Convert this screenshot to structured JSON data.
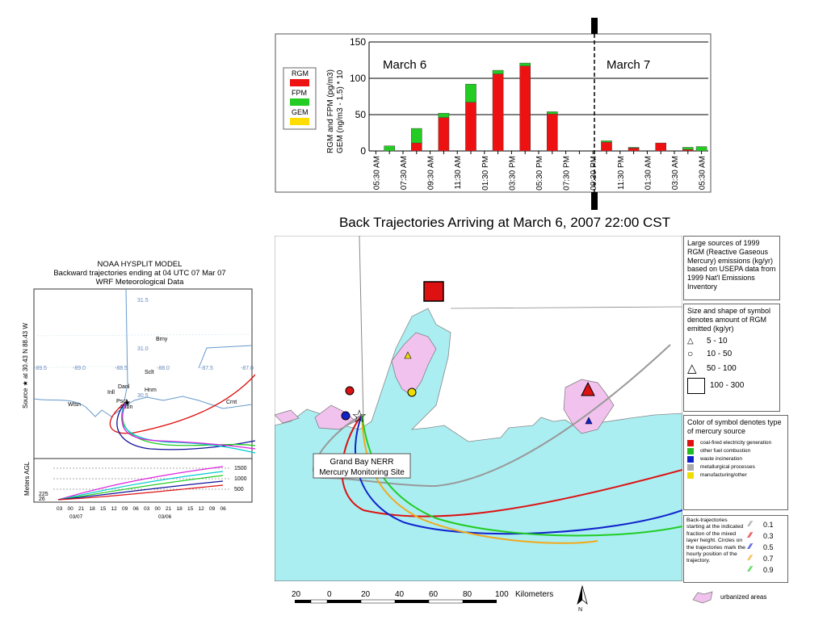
{
  "chart_data": [
    {
      "type": "bar",
      "ylabel": "RGM and FPM (pg/m3)\nGEM  (ng/m3 - 1.5) * 10",
      "ylim": [
        0,
        150
      ],
      "yticks": [
        0,
        50,
        100,
        150
      ],
      "grid": true,
      "legend": "left",
      "stacked": true,
      "categories": [
        "05:30 AM",
        "",
        "07:30 AM",
        "",
        "09:30 AM",
        "",
        "11:30 AM",
        "",
        "01:30 PM",
        "",
        "03:30 PM",
        "",
        "05:30 PM",
        "",
        "07:30 PM",
        "",
        "09:30 PM",
        "",
        "11:30 PM",
        "",
        "01:30 AM",
        "",
        "03:30 AM",
        "",
        "05:30 AM"
      ],
      "series": [
        {
          "name": "RGM",
          "color": "#ee1111",
          "values": [
            0,
            0,
            0,
            11,
            0,
            46,
            0,
            67,
            0,
            106,
            0,
            117,
            0,
            51,
            0,
            0,
            0,
            12,
            0,
            4,
            0,
            11,
            0,
            2,
            0
          ]
        },
        {
          "name": "FPM",
          "color": "#22cc22",
          "values": [
            0,
            7,
            0,
            20,
            0,
            6,
            0,
            25,
            0,
            5,
            0,
            4,
            0,
            3,
            0,
            0,
            0,
            2,
            0,
            1,
            0,
            0,
            0,
            3,
            6
          ]
        },
        {
          "name": "GEM",
          "color": "#ffdd00",
          "values": [
            0,
            0,
            0,
            0,
            0,
            0,
            0,
            0,
            0,
            0,
            0,
            0,
            0,
            0,
            0,
            0,
            0,
            0,
            0,
            0,
            0,
            0,
            0,
            0,
            0
          ]
        }
      ],
      "annotations": [
        "March 6",
        "March 7"
      ]
    },
    {
      "type": "line",
      "title": "NOAA HYSPLIT MODEL",
      "subtitle": "Backward trajectories ending at 04 UTC 07 Mar 07",
      "subtitle2": "WRF  Meteorological Data",
      "ylabel_top": "Source ★ at   30.43 N   88.43 W",
      "ylabel_bottom": "Meters AGL",
      "lon_labels": [
        "-89.5",
        "-89.0",
        "-88.5",
        "-88.0",
        "-87.5",
        "-87.0"
      ],
      "lat_labels": [
        "31.5",
        "31.0",
        "30.5"
      ],
      "places": [
        "Brny",
        "Sclt",
        "Danl",
        "Hnm",
        "Inll",
        "Psct",
        "Wtsn",
        "Crnt",
        "Aubn"
      ],
      "height_ticks": [
        "1500",
        "1000",
        "500"
      ],
      "height_left": [
        "225",
        "26"
      ],
      "time_ticks": [
        "03",
        "00",
        "21",
        "18",
        "15",
        "12",
        "09",
        "06",
        "03",
        "00",
        "21",
        "18",
        "15",
        "12",
        "09",
        "06"
      ],
      "date_labels": [
        "03/07",
        "03/06"
      ],
      "series": [
        {
          "name": "",
          "color": "#dd1111"
        },
        {
          "name": "",
          "color": "#111199"
        },
        {
          "name": "",
          "color": "#22cc22"
        },
        {
          "name": "",
          "color": "#00cccc"
        },
        {
          "name": "",
          "color": "#dd22dd"
        }
      ]
    }
  ],
  "map": {
    "title": "Back Trajectories Arriving at March 6, 2007   22:00 CST",
    "site_label_1": "Grand Bay NERR",
    "site_label_2": "Mercury Monitoring Site",
    "scale_labels": [
      "20",
      "0",
      "20",
      "40",
      "60",
      "80",
      "100"
    ],
    "scale_unit": "Kilometers",
    "north": "N",
    "colors": {
      "water": "#aaeef2",
      "urban": "#f2c2ee",
      "coal": "#dd1111",
      "fuel": "#22bb22",
      "waste": "#1122cc",
      "metal": "#aaaaaa",
      "manuf": "#eedd00"
    }
  },
  "legends": {
    "sources": "Large sources of 1999 RGM (Reactive Gaseous Mercury) emissions (kg/yr) based on USEPA data from 1999 Nat'l Emissions Inventory",
    "size_title": "Size and shape of symbol denotes amount of RGM emitted (kg/yr)",
    "size_items": [
      "5 - 10",
      "10 - 50",
      "50 - 100",
      "100 - 300"
    ],
    "color_title": "Color of symbol denotes type of mercury source",
    "color_items": [
      "coal-fired electricity generation",
      "other fuel combustion",
      "waste incineration",
      "metallurgical processes",
      "manufacturing/other"
    ],
    "traj_title": "Back-trajectories starting at the indicated fraction of the mixed layer height. Circles on the trajectories mark the hourly position of the trajectory.",
    "traj_items": [
      "0.1",
      "0.3",
      "0.5",
      "0.7",
      "0.9"
    ],
    "traj_colors": [
      "#999999",
      "#dd1111",
      "#1122cc",
      "#f2a91a",
      "#22cc22"
    ],
    "urban": "urbanized areas"
  }
}
